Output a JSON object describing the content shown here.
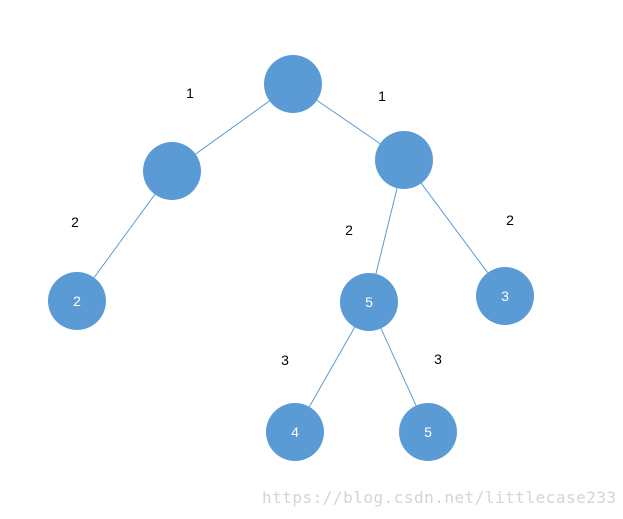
{
  "colors": {
    "node_fill": "#5b9bd5",
    "edge_stroke": "#5b9bd5",
    "node_text": "#ffffff",
    "edge_label_text": "#000000",
    "watermark_text": "#d4d4d4"
  },
  "tree": {
    "nodes": [
      {
        "id": "root",
        "label": ""
      },
      {
        "id": "left-child",
        "label": ""
      },
      {
        "id": "right-child",
        "label": ""
      },
      {
        "id": "leaf-left",
        "label": "2"
      },
      {
        "id": "middle-node",
        "label": "5"
      },
      {
        "id": "leaf-right",
        "label": "3"
      },
      {
        "id": "leaf-bottom-left",
        "label": "4"
      },
      {
        "id": "leaf-bottom-right",
        "label": "5"
      }
    ],
    "edges": [
      {
        "from": "root",
        "to": "left-child",
        "label": "1"
      },
      {
        "from": "root",
        "to": "right-child",
        "label": "1"
      },
      {
        "from": "left-child",
        "to": "leaf-left",
        "label": "2"
      },
      {
        "from": "right-child",
        "to": "middle-node",
        "label": "2"
      },
      {
        "from": "right-child",
        "to": "leaf-right",
        "label": "2"
      },
      {
        "from": "middle-node",
        "to": "leaf-bottom-left",
        "label": "3"
      },
      {
        "from": "middle-node",
        "to": "leaf-bottom-right",
        "label": "3"
      }
    ]
  },
  "watermark": {
    "text": "https://blog.csdn.net/littlecase233"
  }
}
